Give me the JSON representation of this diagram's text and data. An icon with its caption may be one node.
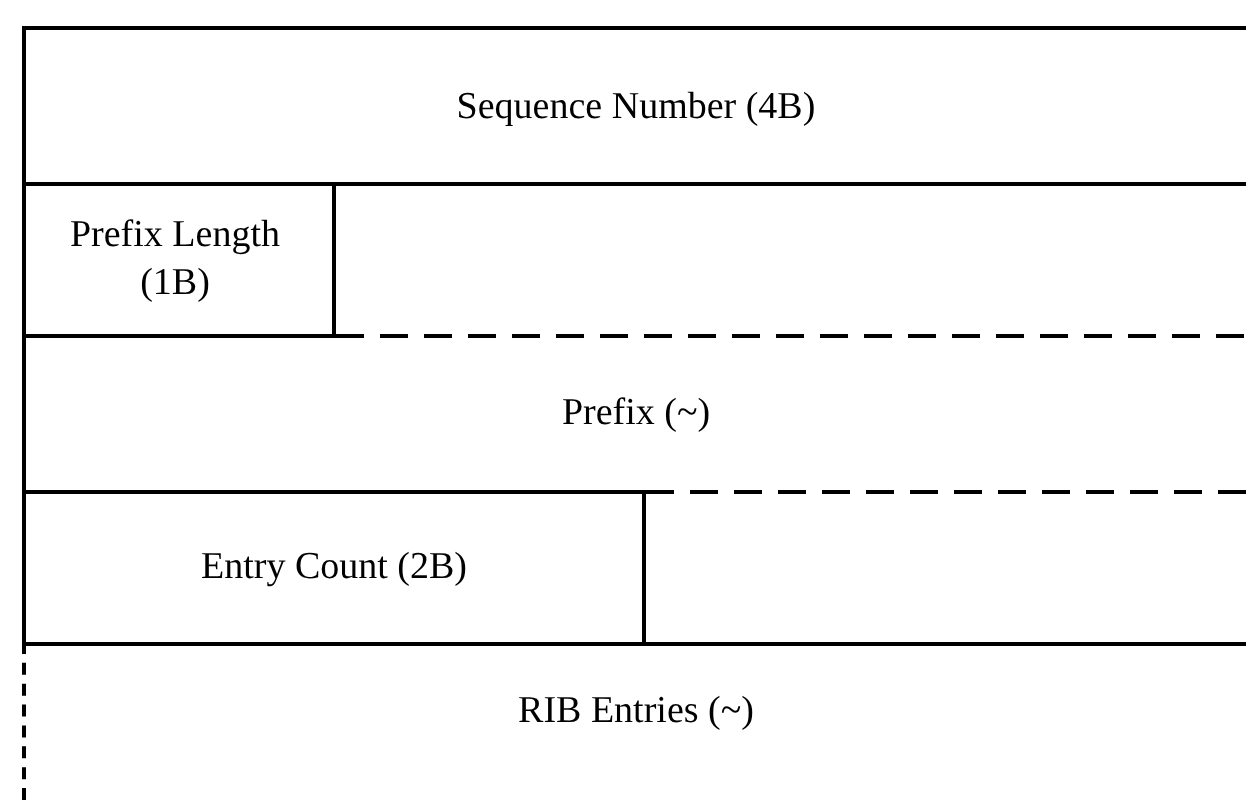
{
  "diagram": {
    "nodes": [
      {
        "text": [
          "Sequence Number (4B)"
        ]
      },
      {
        "text": [
          "Prefix Length (1B)"
        ]
      },
      {
        "text": [
          "Prefix (~)"
        ]
      },
      {
        "text": [
          "Entry Count (2B)"
        ]
      },
      {
        "text": [
          "RIB Entries (~)"
        ]
      }
    ]
  }
}
